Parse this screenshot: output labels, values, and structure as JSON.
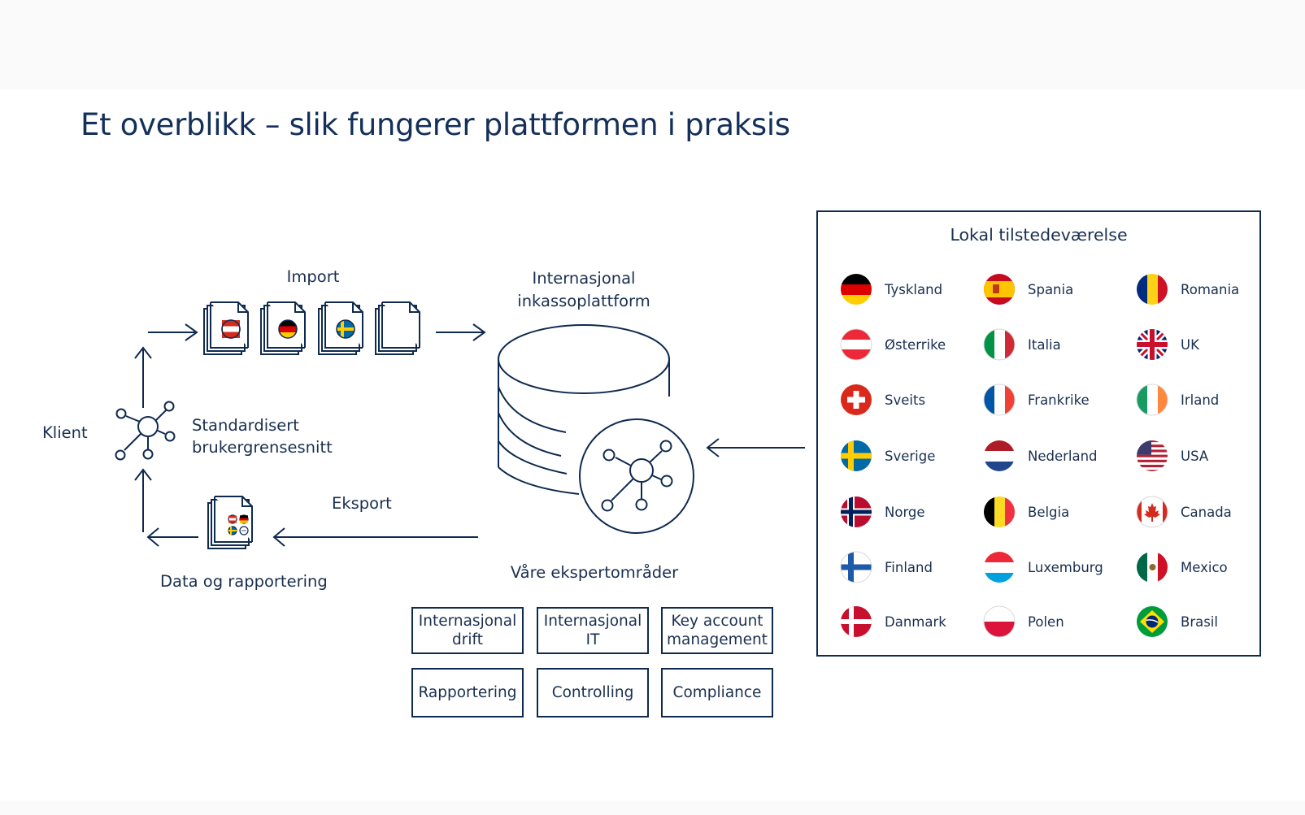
{
  "title": "Et overblikk – slik fungerer plattformen i praksis",
  "flow": {
    "import_label": "Import",
    "platform_label": "Internasjonal\ninkassoplattform",
    "client_label": "Klient",
    "ui_label": "Standardisert\nbrukergrensesnitt",
    "export_label": "Eksport",
    "reporting_label": "Data og rapportering"
  },
  "expertise": {
    "heading": "Våre ekspertområder",
    "areas": [
      "Internasjonal\ndrift",
      "Internasjonal\nIT",
      "Key account\nmanagement",
      "Rapportering",
      "Controlling",
      "Compliance"
    ]
  },
  "presence": {
    "heading": "Lokal tilstedeværelse",
    "countries": [
      {
        "name": "Tyskland",
        "flag": "germany-flag-icon"
      },
      {
        "name": "Spania",
        "flag": "spain-flag-icon"
      },
      {
        "name": "Romania",
        "flag": "romania-flag-icon"
      },
      {
        "name": "Østerrike",
        "flag": "austria-flag-icon"
      },
      {
        "name": "Italia",
        "flag": "italy-flag-icon"
      },
      {
        "name": "UK",
        "flag": "uk-flag-icon"
      },
      {
        "name": "Sveits",
        "flag": "switzerland-flag-icon"
      },
      {
        "name": "Frankrike",
        "flag": "france-flag-icon"
      },
      {
        "name": "Irland",
        "flag": "ireland-flag-icon"
      },
      {
        "name": "Sverige",
        "flag": "sweden-flag-icon"
      },
      {
        "name": "Nederland",
        "flag": "netherlands-flag-icon"
      },
      {
        "name": "USA",
        "flag": "usa-flag-icon"
      },
      {
        "name": "Norge",
        "flag": "norway-flag-icon"
      },
      {
        "name": "Belgia",
        "flag": "belgium-flag-icon"
      },
      {
        "name": "Canada",
        "flag": "canada-flag-icon"
      },
      {
        "name": "Finland",
        "flag": "finland-flag-icon"
      },
      {
        "name": "Luxemburg",
        "flag": "luxembourg-flag-icon"
      },
      {
        "name": "Mexico",
        "flag": "mexico-flag-icon"
      },
      {
        "name": "Danmark",
        "flag": "denmark-flag-icon"
      },
      {
        "name": "Polen",
        "flag": "poland-flag-icon"
      },
      {
        "name": "Brasil",
        "flag": "brazil-flag-icon"
      }
    ]
  },
  "colors": {
    "ink": "#0f2a4f",
    "title": "#14305a"
  }
}
